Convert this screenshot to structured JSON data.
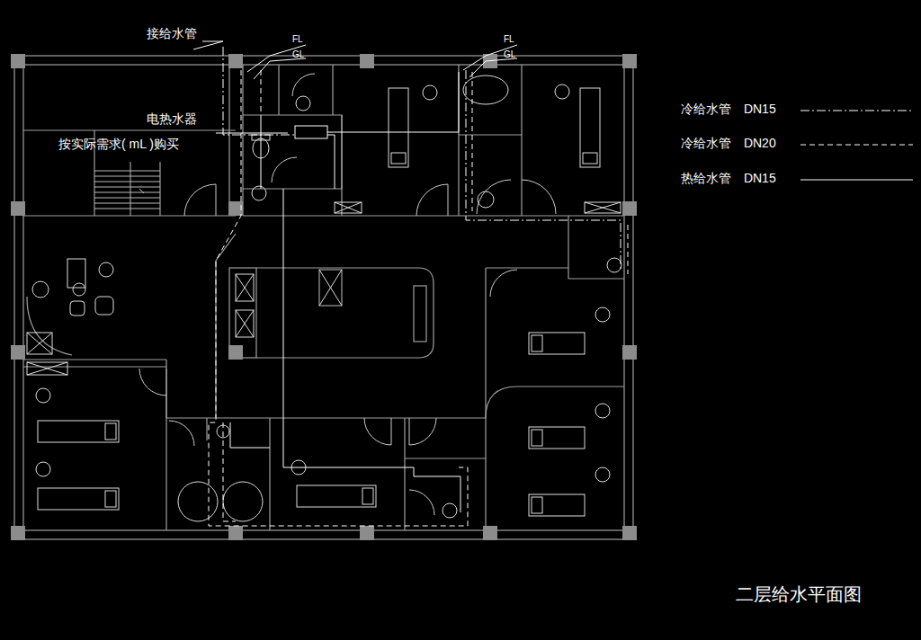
{
  "diagram": {
    "title": "二层给水平面图",
    "labels": [
      "接给水管",
      "FL",
      "GL",
      "FL",
      "GL",
      "电热水器",
      "按实际需求( mL )购买"
    ],
    "legend": [
      {
        "text": "冷给水管 DN15"
      },
      {
        "text": "冷给水管 DN20"
      },
      {
        "text": "热给水管 DN15"
      }
    ]
  }
}
